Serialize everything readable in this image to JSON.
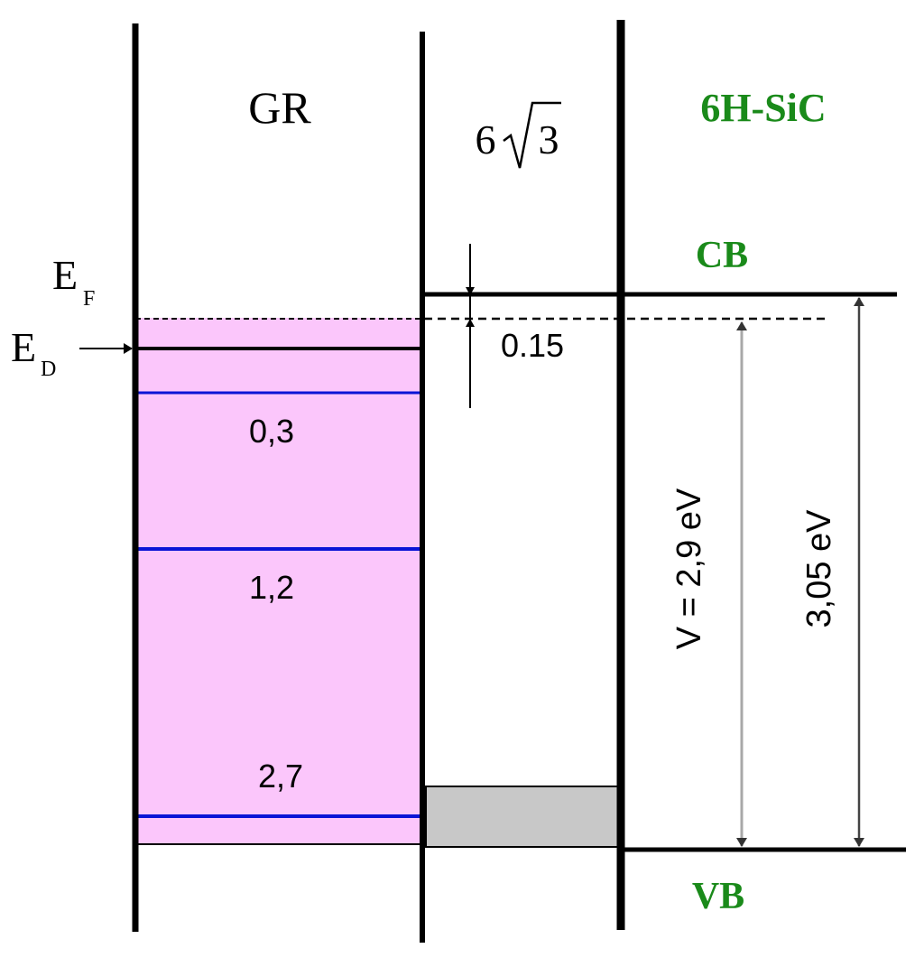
{
  "regions": {
    "graphene": "GR",
    "buffer_prefix": "6",
    "buffer_radicand": "3",
    "substrate": "6H-SiC"
  },
  "bands": {
    "conduction": "CB",
    "valence": "VB"
  },
  "levels": {
    "fermi_main": "E",
    "fermi_sub": "F",
    "dirac_main": "E",
    "dirac_sub": "D"
  },
  "graphene_levels": [
    "0,3",
    "1,2",
    "2,7"
  ],
  "offset_label": "0.15",
  "gap_labels": {
    "potential": "V = 2,9 eV",
    "bandgap": "3,05 eV"
  },
  "colors": {
    "graphene_fill": "#fbc6fb",
    "level_lines": "#0a14d6",
    "buffer_state_fill": "#c8c8c8",
    "label_green": "#1a8a1a",
    "potential_arrow": "#a8a8a8",
    "ink": "#000000"
  }
}
